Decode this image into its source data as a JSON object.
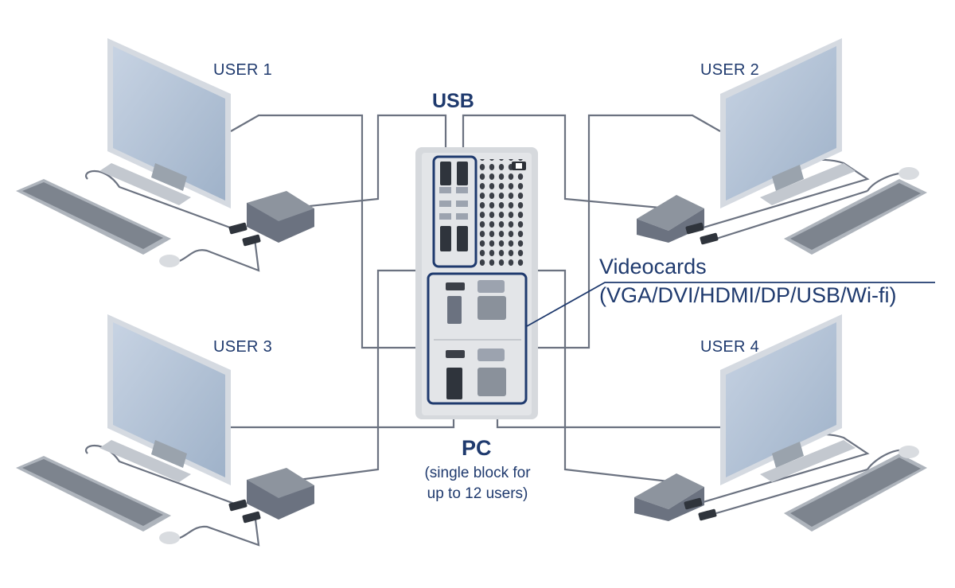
{
  "users": [
    {
      "label": "USER 1"
    },
    {
      "label": "USER 2"
    },
    {
      "label": "USER 3"
    },
    {
      "label": "USER 4"
    }
  ],
  "usb": {
    "label": "USB"
  },
  "videocards": {
    "title": "Videocards",
    "subtitle": "(VGA/DVI/HDMI/DP/USB/Wi-fi)"
  },
  "pc": {
    "title": "PC",
    "subtitle_line1": "(single block for",
    "subtitle_line2": "up to 12 users)"
  },
  "colors": {
    "text": "#1f3a6e",
    "outline": "#1f3a6e",
    "cable": "#6b7280",
    "screen": "#b9c8da",
    "case": "#e3e5e8"
  }
}
